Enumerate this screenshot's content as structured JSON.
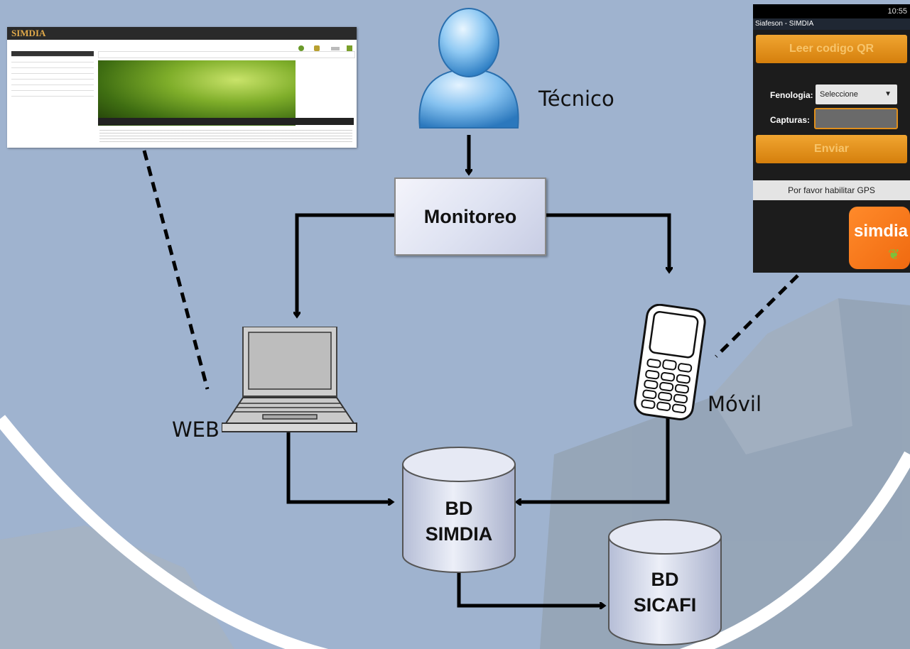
{
  "diagram": {
    "tecnico_label": "Técnico",
    "monitoreo_label": "Monitoreo",
    "web_label": "WEB",
    "movil_label": "Móvil",
    "bd_simdia_line1": "BD",
    "bd_simdia_line2": "SIMDIA",
    "bd_sicafi_line1": "BD",
    "bd_sicafi_line2": "SICAFI"
  },
  "website": {
    "logo_text": "SIMDIA",
    "menu_items": [
      "",
      "",
      "",
      "",
      "",
      "",
      "",
      ""
    ]
  },
  "phone": {
    "status_time": "10:55",
    "app_title": "Siafeson - SIMDIA",
    "read_qr_button": "Leer codigo QR",
    "fenologia_label": "Fenologia:",
    "fenologia_value": "Seleccione",
    "capturas_label": "Capturas:",
    "send_button": "Enviar",
    "gps_message": "Por favor habilitar GPS",
    "logo_text": "simdia"
  },
  "colors": {
    "background": "#9fb3cf",
    "accent_orange": "#e8901a",
    "arc_white": "#ffffff"
  }
}
